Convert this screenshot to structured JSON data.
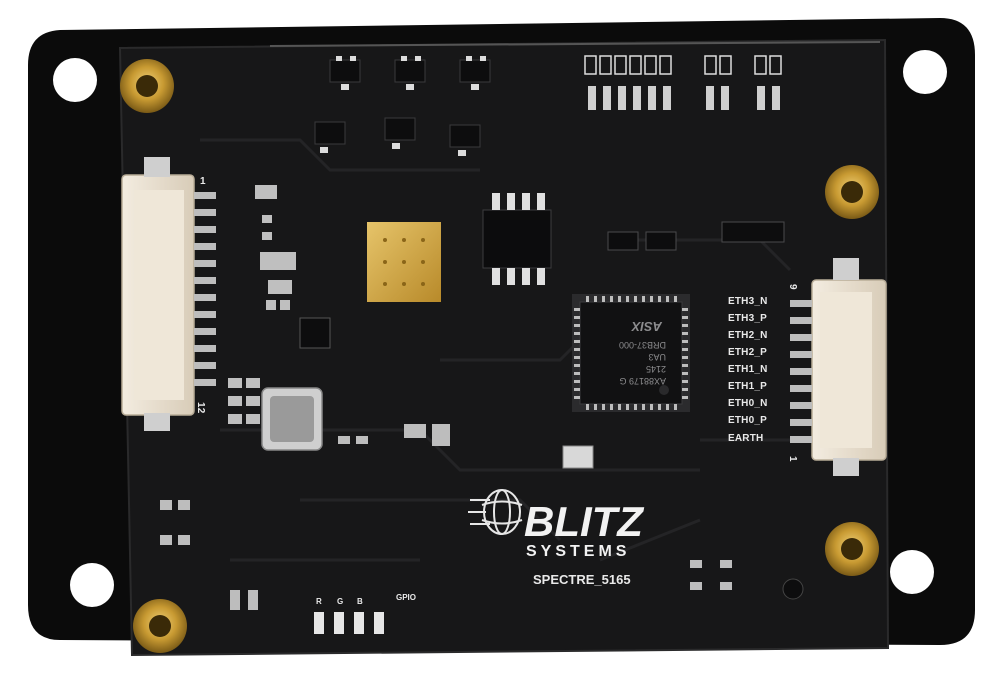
{
  "colors": {
    "background": "#ffffff",
    "carrier": "#0c0c0c",
    "pcb": "#161617",
    "silkscreen": "#e9e9e9",
    "gold": "#d4a53a",
    "connector": "#e8e0d2"
  },
  "board": {
    "brand_name": "BLITZ",
    "brand_subtitle": "SYSTEMS",
    "model": "SPECTRE_5165"
  },
  "chip": {
    "line1": "AX88179 G",
    "line2": "2145",
    "line3": "UA3",
    "line4": "DRB37-000",
    "logo": "ASIX"
  },
  "left_connector": {
    "pin_first": "1",
    "pin_last": "12"
  },
  "right_connector": {
    "pin_first": "1",
    "pin_last": "9",
    "labels": [
      "ETH3_N",
      "ETH3_P",
      "ETH2_N",
      "ETH2_P",
      "ETH1_N",
      "ETH1_P",
      "ETH0_N",
      "ETH0_P",
      "EARTH"
    ]
  },
  "leds": {
    "labels": [
      "R",
      "G",
      "B",
      "GPIO"
    ]
  },
  "icons": {
    "brand_logo": "globe-swirl-icon"
  }
}
